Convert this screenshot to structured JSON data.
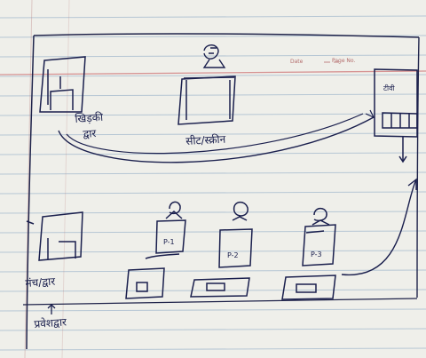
{
  "header": {
    "date_label": "Date",
    "page_label": "Page No."
  },
  "labels": {
    "window_label_line1": "खिड़की",
    "window_label_line2": "द्वार",
    "screen_label": "सीट/स्क्रीन",
    "tv_label": "टीवी",
    "left_label_line1": "मंच/द्वार",
    "left_label_line2": "प्रवेशद्वार",
    "p1": "P-1",
    "p2": "P-2",
    "p3": "P-3"
  }
}
